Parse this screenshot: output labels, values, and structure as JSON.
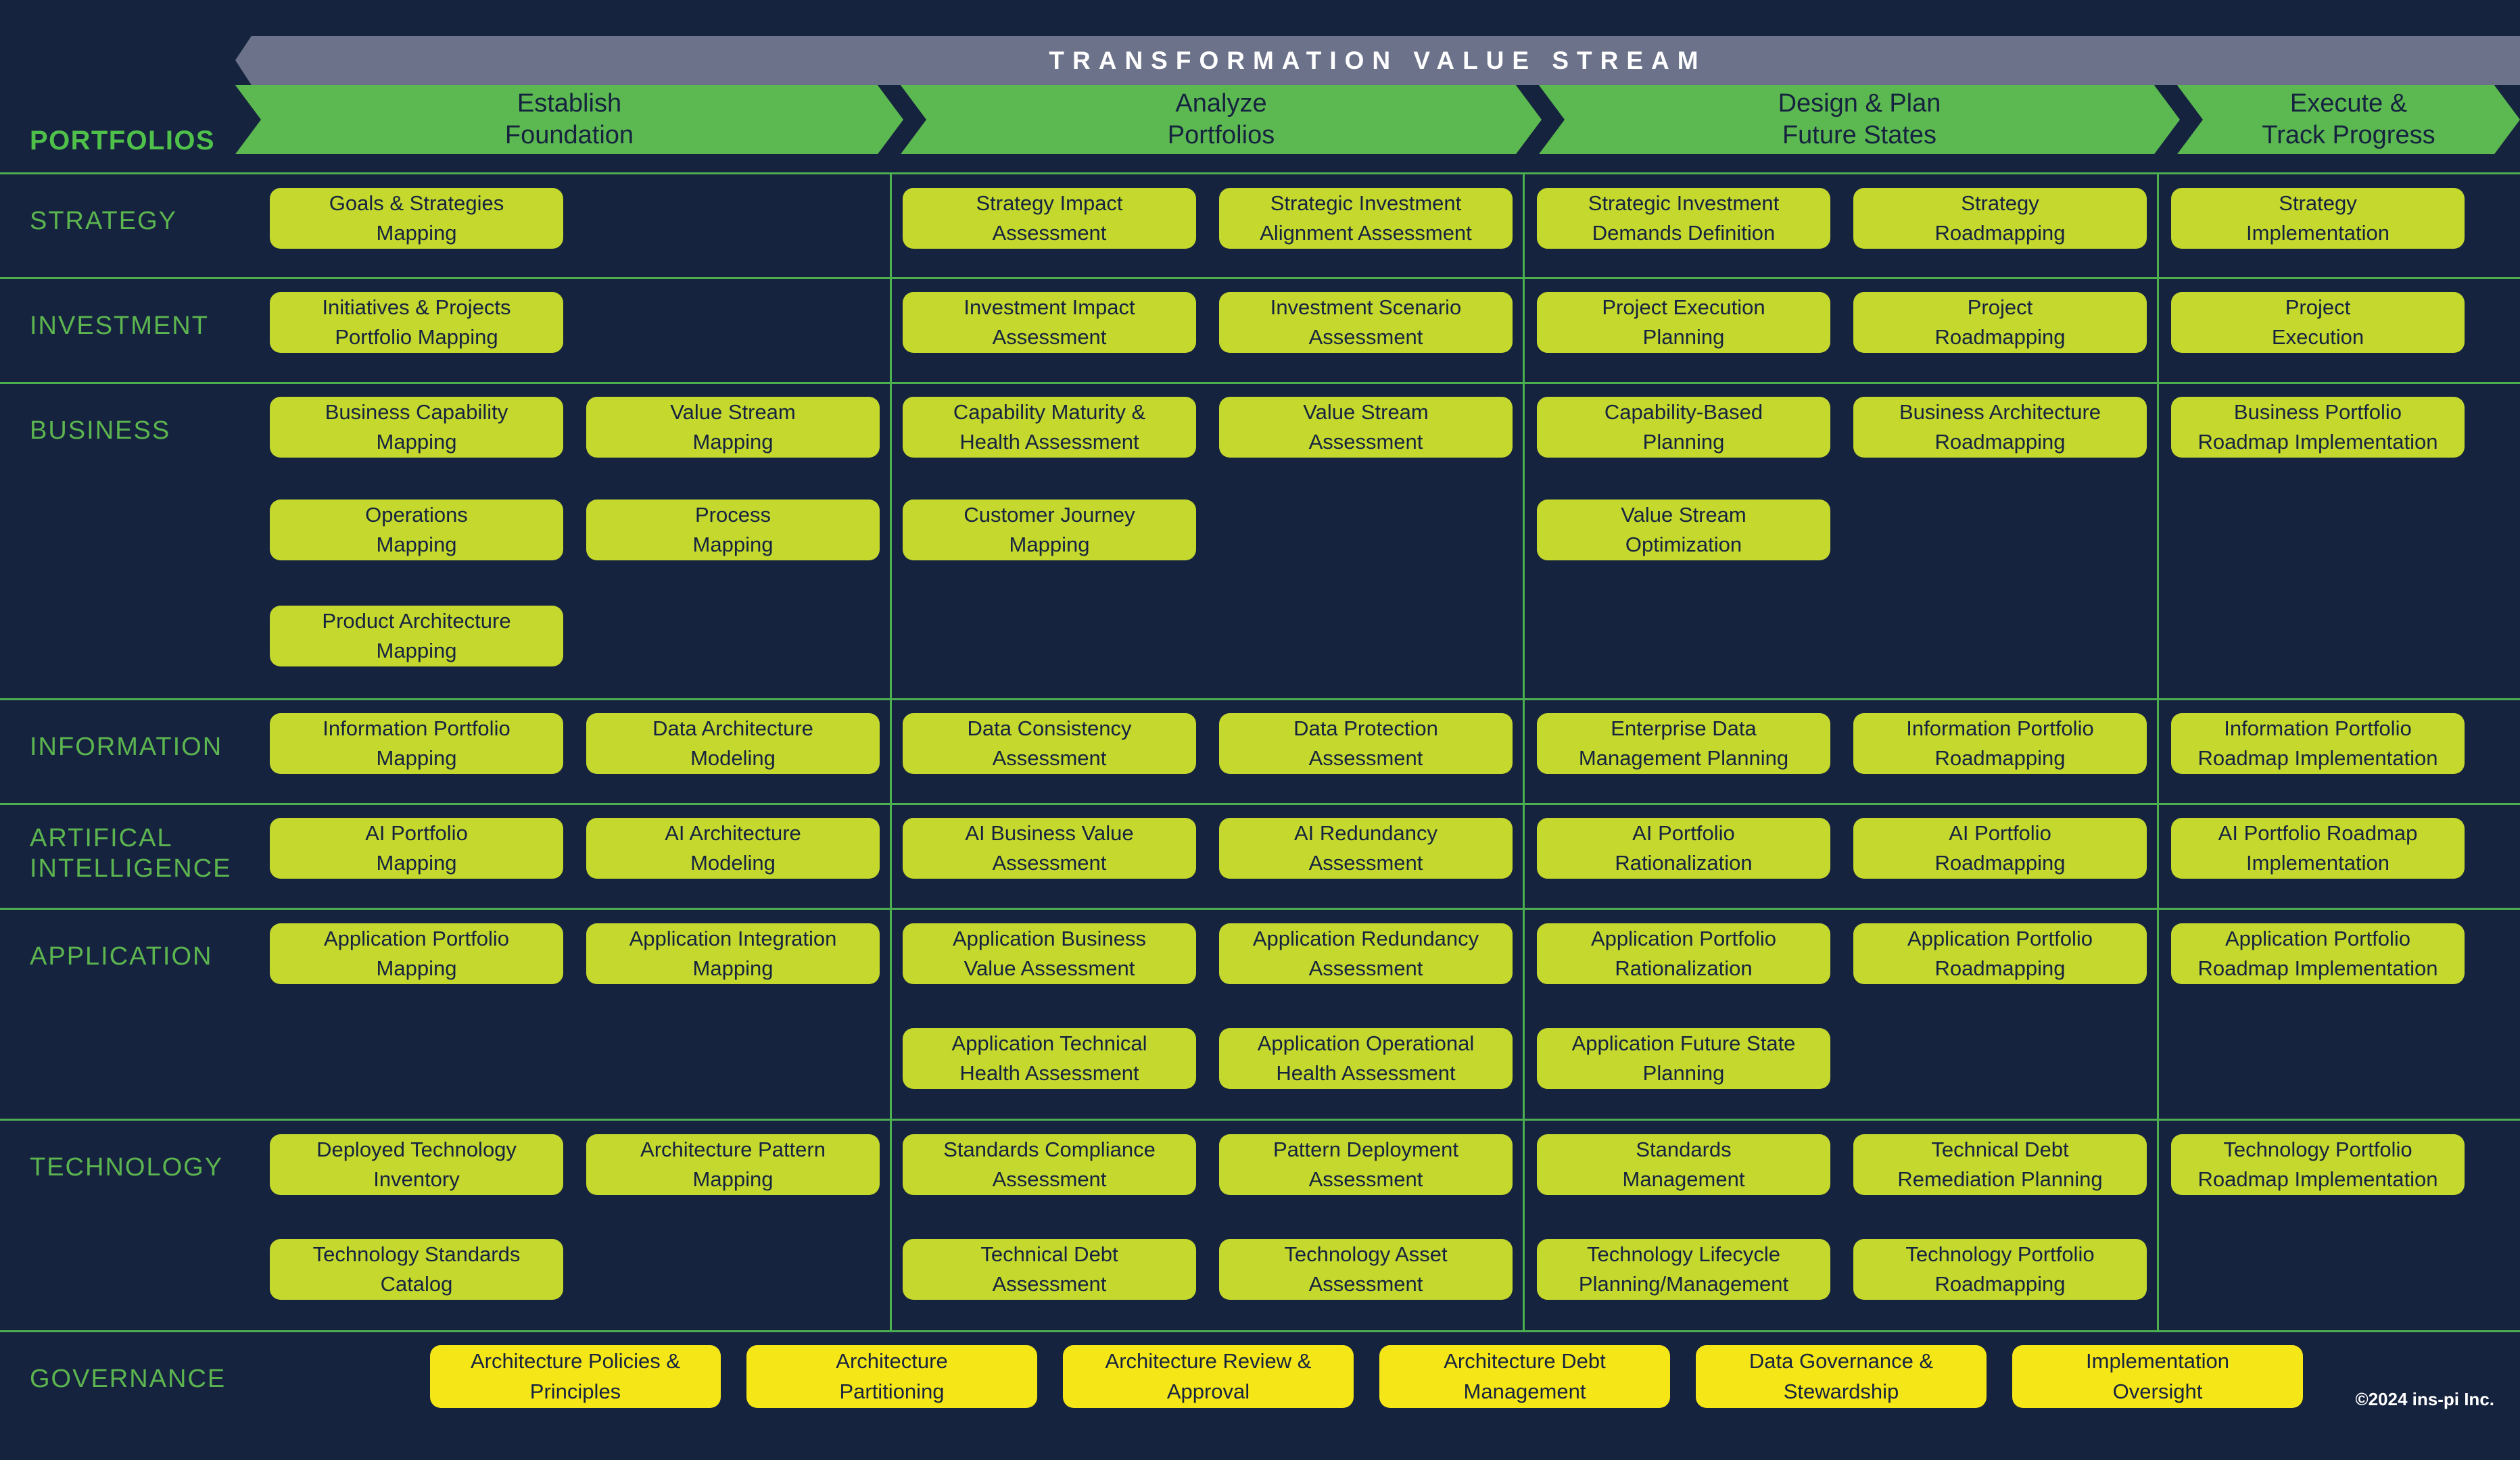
{
  "banner": {
    "title": "TRANSFORMATION VALUE STREAM"
  },
  "phases": [
    {
      "label": "Establish\nFoundation"
    },
    {
      "label": "Analyze\nPortfolios"
    },
    {
      "label": "Design & Plan\nFuture States"
    },
    {
      "label": "Execute &\nTrack Progress"
    }
  ],
  "rows": [
    {
      "key": "portfolios",
      "label": "PORTFOLIOS"
    },
    {
      "key": "strategy",
      "label": "STRATEGY"
    },
    {
      "key": "investment",
      "label": "INVESTMENT"
    },
    {
      "key": "business",
      "label": "BUSINESS"
    },
    {
      "key": "information",
      "label": "INFORMATION"
    },
    {
      "key": "ai",
      "label": "ARTIFICAL\nINTELLIGENCE"
    },
    {
      "key": "application",
      "label": "APPLICATION"
    },
    {
      "key": "technology",
      "label": "TECHNOLOGY"
    },
    {
      "key": "governance",
      "label": "GOVERNANCE"
    }
  ],
  "cards": {
    "strategy": [
      "Goals & Strategies\nMapping",
      "Strategy Impact\nAssessment",
      "Strategic Investment\nAlignment Assessment",
      "Strategic Investment\nDemands Definition",
      "Strategy\nRoadmapping",
      "Strategy\nImplementation"
    ],
    "investment": [
      "Initiatives & Projects\nPortfolio Mapping",
      "Investment Impact\nAssessment",
      "Investment Scenario\nAssessment",
      "Project Execution\nPlanning",
      "Project\nRoadmapping",
      "Project\nExecution"
    ],
    "business": [
      "Business Capability\nMapping",
      "Value Stream\nMapping",
      "Capability Maturity &\nHealth Assessment",
      "Value Stream\nAssessment",
      "Capability-Based\nPlanning",
      "Business Architecture\nRoadmapping",
      "Business Portfolio\nRoadmap Implementation",
      "Operations\nMapping",
      "Process\nMapping",
      "Customer Journey\nMapping",
      "Value Stream\nOptimization",
      "Product Architecture\nMapping"
    ],
    "information": [
      "Information Portfolio\nMapping",
      "Data Architecture\nModeling",
      "Data Consistency\nAssessment",
      "Data Protection\nAssessment",
      "Enterprise Data\nManagement Planning",
      "Information Portfolio\nRoadmapping",
      "Information Portfolio\nRoadmap Implementation"
    ],
    "ai": [
      "AI Portfolio\nMapping",
      "AI Architecture\nModeling",
      "AI Business Value\nAssessment",
      "AI Redundancy\nAssessment",
      "AI Portfolio\nRationalization",
      "AI Portfolio\nRoadmapping",
      "AI Portfolio Roadmap\nImplementation"
    ],
    "application": [
      "Application Portfolio\nMapping",
      "Application Integration\nMapping",
      "Application Business\nValue Assessment",
      "Application Redundancy\nAssessment",
      "Application Portfolio\nRationalization",
      "Application Portfolio\nRoadmapping",
      "Application Portfolio\nRoadmap Implementation",
      "Application Technical\nHealth Assessment",
      "Application Operational\nHealth Assessment",
      "Application Future State\nPlanning"
    ],
    "technology": [
      "Deployed Technology\nInventory",
      "Architecture Pattern\nMapping",
      "Standards Compliance\nAssessment",
      "Pattern Deployment\nAssessment",
      "Standards\nManagement",
      "Technical Debt\nRemediation Planning",
      "Technology Portfolio\nRoadmap Implementation",
      "Technology Standards\nCatalog",
      "Technical Debt\nAssessment",
      "Technology Asset\nAssessment",
      "Technology Lifecycle\nPlanning/Management",
      "Technology Portfolio\nRoadmapping"
    ],
    "governance": [
      "Architecture Policies &\nPrinciples",
      "Architecture\nPartitioning",
      "Architecture Review &\nApproval",
      "Architecture Debt\nManagement",
      "Data Governance &\nStewardship",
      "Implementation\nOversight"
    ]
  },
  "footer": {
    "copyright": "©2024 ins-pi Inc."
  },
  "colors": {
    "background": "#16233f",
    "banner": "#6b7289",
    "phase": "#5cb851",
    "card": "#c4d82e",
    "governance_card": "#f5e617",
    "grid_line": "#4caf50",
    "row_label": "#5cb54f"
  }
}
